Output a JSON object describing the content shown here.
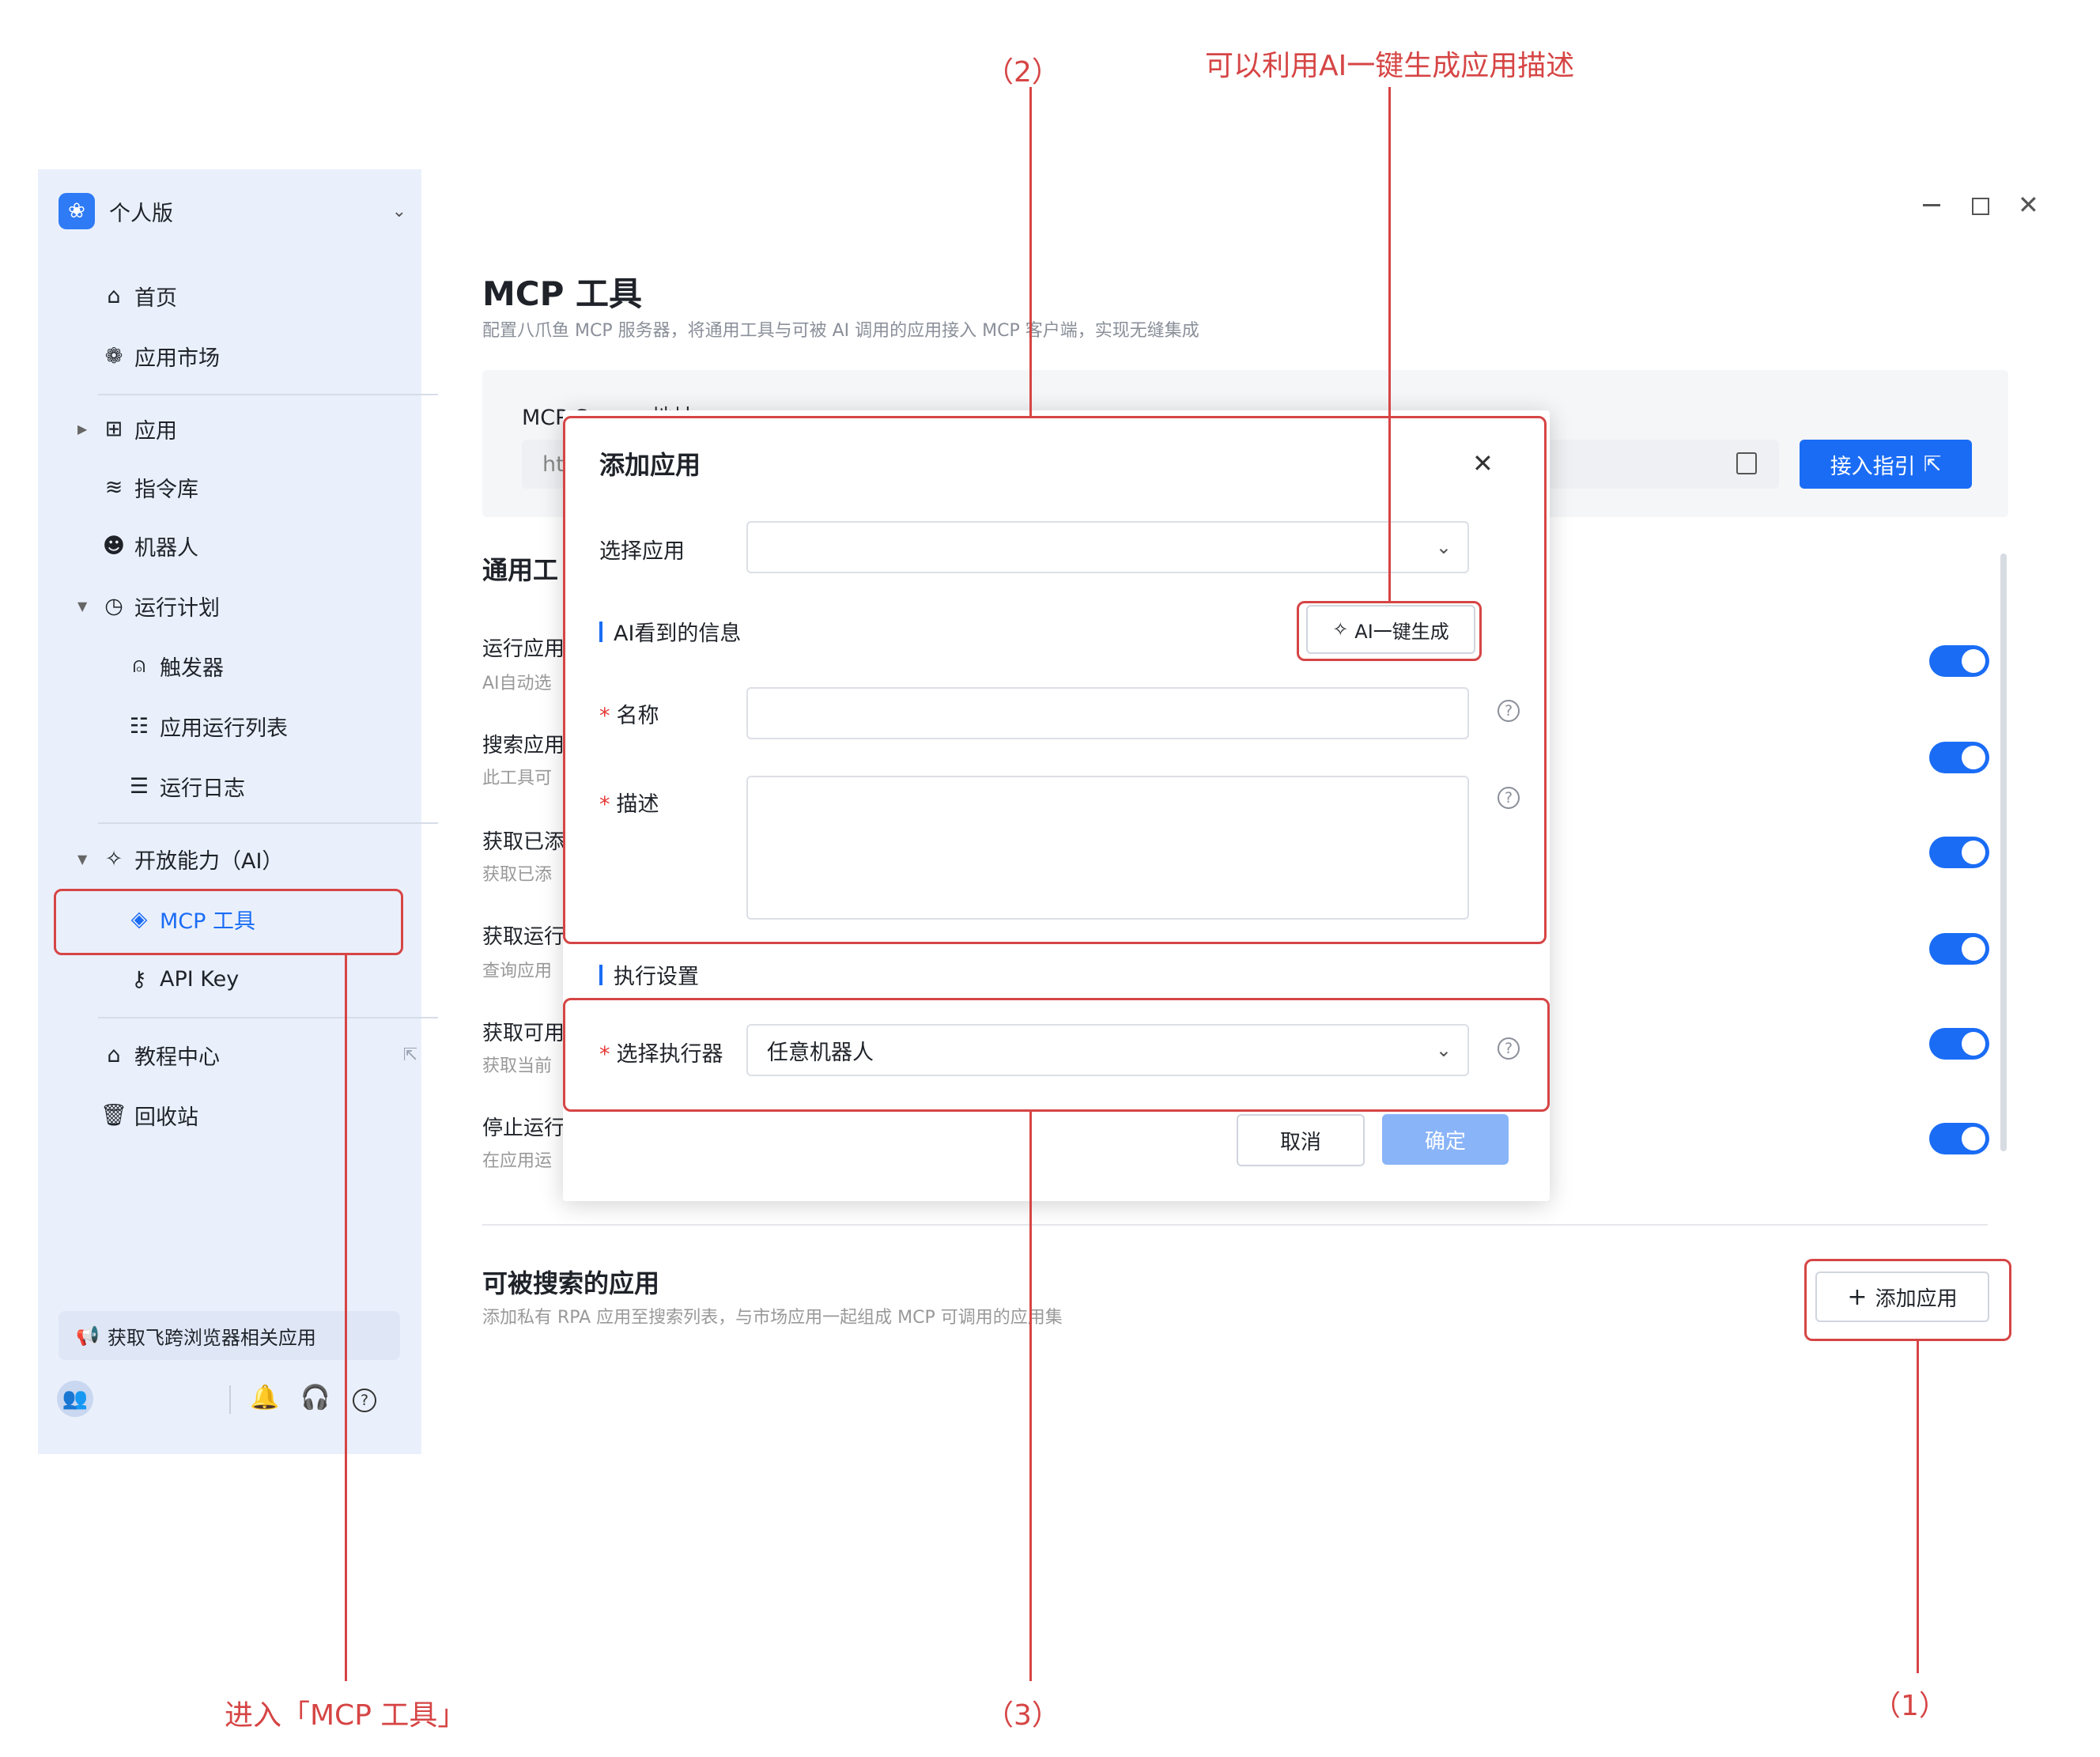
{
  "window": {
    "minimize_icon": "minimize-icon",
    "maximize_icon": "maximize-icon",
    "close_icon": "close-icon"
  },
  "sidebar": {
    "workspace": "个人版",
    "items": [
      {
        "label": "首页",
        "icon": "home-icon"
      },
      {
        "label": "应用市场",
        "icon": "market-icon"
      },
      {
        "label": "应用",
        "icon": "apps-icon"
      },
      {
        "label": "指令库",
        "icon": "layers-icon"
      },
      {
        "label": "机器人",
        "icon": "robot-icon"
      },
      {
        "label": "运行计划",
        "icon": "clock-icon"
      },
      {
        "label": "触发器",
        "icon": "trigger-icon"
      },
      {
        "label": "应用运行列表",
        "icon": "run-list-icon"
      },
      {
        "label": "运行日志",
        "icon": "log-icon"
      },
      {
        "label": "开放能力（AI）",
        "icon": "sparkle-icon"
      },
      {
        "label": "MCP 工具",
        "icon": "mcp-icon"
      },
      {
        "label": "API Key",
        "icon": "key-icon"
      },
      {
        "label": "教程中心",
        "icon": "graduation-icon"
      },
      {
        "label": "回收站",
        "icon": "trash-icon"
      }
    ],
    "promo": "获取飞跨浏览器相关应用"
  },
  "main": {
    "title": "MCP 工具",
    "subtitle": "配置八爪鱼 MCP 服务器，将通用工具与可被 AI 调用的应用接入 MCP 客户端，实现无缝集成",
    "server_label": "MCP Server 地址",
    "server_value": "ht",
    "guide_button": "接入指引",
    "section_tools": "通用工",
    "tools": [
      {
        "name": "运行应用",
        "desc": "AI自动选"
      },
      {
        "name": "搜索应用",
        "desc": "此工具可"
      },
      {
        "name": "获取已添",
        "desc": "获取已添"
      },
      {
        "name": "获取运行",
        "desc": "查询应用"
      },
      {
        "name": "获取可用",
        "desc": "获取当前"
      },
      {
        "name": "停止运行",
        "desc": "在应用运"
      }
    ],
    "searchable_title": "可被搜索的应用",
    "searchable_desc": "添加私有 RPA 应用至搜索列表，与市场应用一起组成 MCP 可调用的应用集",
    "add_app_button": "添加应用"
  },
  "modal": {
    "title": "添加应用",
    "select_app_label": "选择应用",
    "select_app_value": "",
    "ai_info_title": "AI看到的信息",
    "ai_generate_button": "AI一键生成",
    "name_label": "名称",
    "name_value": "",
    "desc_label": "描述",
    "desc_value": "",
    "exec_title": "执行设置",
    "executor_label": "选择执行器",
    "executor_value": "任意机器人",
    "cancel": "取消",
    "confirm": "确定"
  },
  "annotations": {
    "a1": "（1）",
    "a2": "（2）",
    "a3": "（3）",
    "ai_hint": "可以利用AI一键生成应用描述",
    "enter_hint": "进入「MCP 工具」"
  },
  "colors": {
    "accent": "#1a6cf5",
    "annotation": "#d64545",
    "sidebar_bg": "#eaf0fb"
  }
}
